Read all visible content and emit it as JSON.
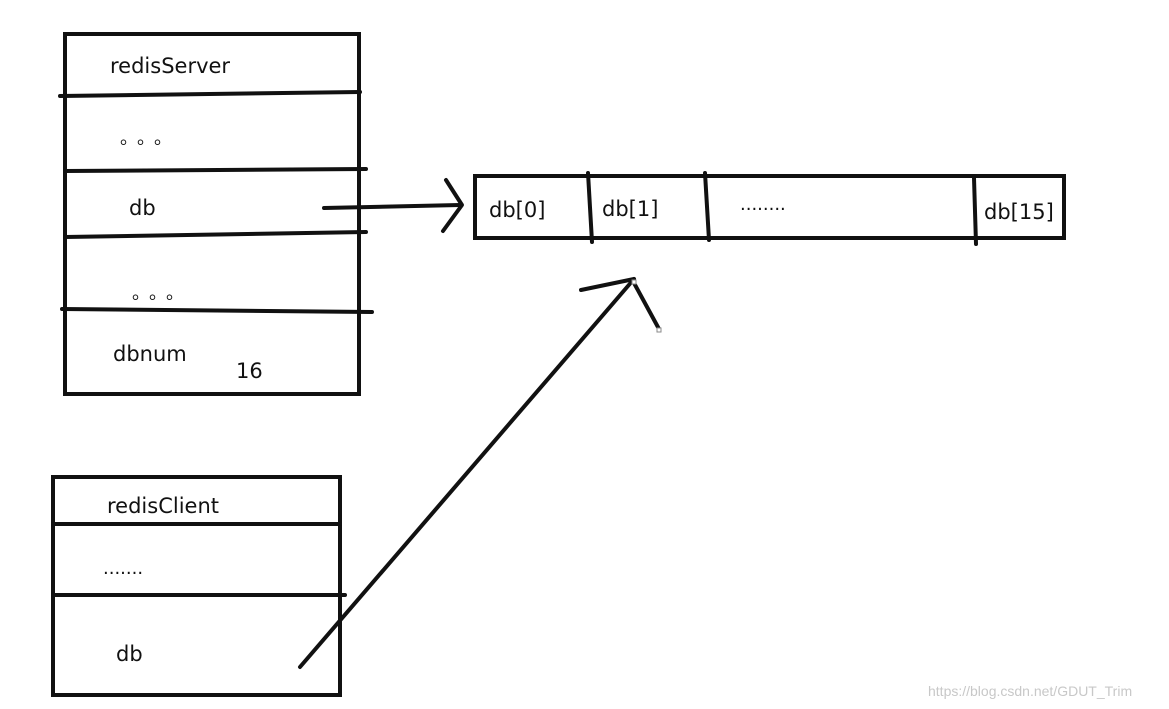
{
  "server": {
    "title": "redisServer",
    "row2": "。。。",
    "row3": "db",
    "row4": "。。。",
    "row5": "dbnum",
    "dbnum_value": "16"
  },
  "db_array": {
    "cells": [
      "db[0]",
      "db[1]",
      "........",
      "db[15]"
    ]
  },
  "client": {
    "title": "redisClient",
    "row2": ".......",
    "row3": "db"
  },
  "watermark": "https://blog.csdn.net/GDUT_Trim",
  "colors": {
    "stroke": "#111111",
    "watermark": "#c8c8c8"
  }
}
